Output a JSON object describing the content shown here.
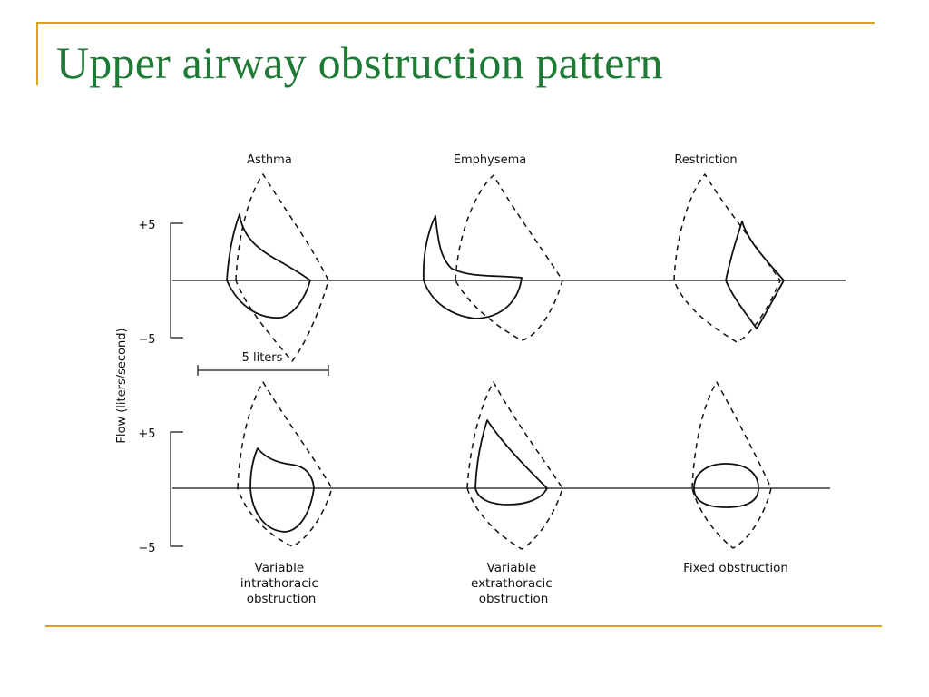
{
  "slide": {
    "title": "Upper airway obstruction pattern"
  },
  "figure": {
    "y_axis_label": "Flow (liters/second)",
    "tick_plus": "+5",
    "tick_minus": "−5",
    "scale_label": "5 liters",
    "top_row": [
      {
        "label": "Asthma"
      },
      {
        "label": "Emphysema"
      },
      {
        "label": "Restriction"
      }
    ],
    "bottom_row": [
      {
        "caption_lines": [
          "Variable",
          "intrathoracic",
          "obstruction"
        ]
      },
      {
        "caption_lines": [
          "Variable",
          "extrathoracic",
          "obstruction"
        ]
      },
      {
        "caption_lines": [
          "Fixed obstruction"
        ]
      }
    ]
  },
  "colors": {
    "title": "#1e7a35",
    "accent_rule": "#d9a21f",
    "ink": "#111111"
  }
}
